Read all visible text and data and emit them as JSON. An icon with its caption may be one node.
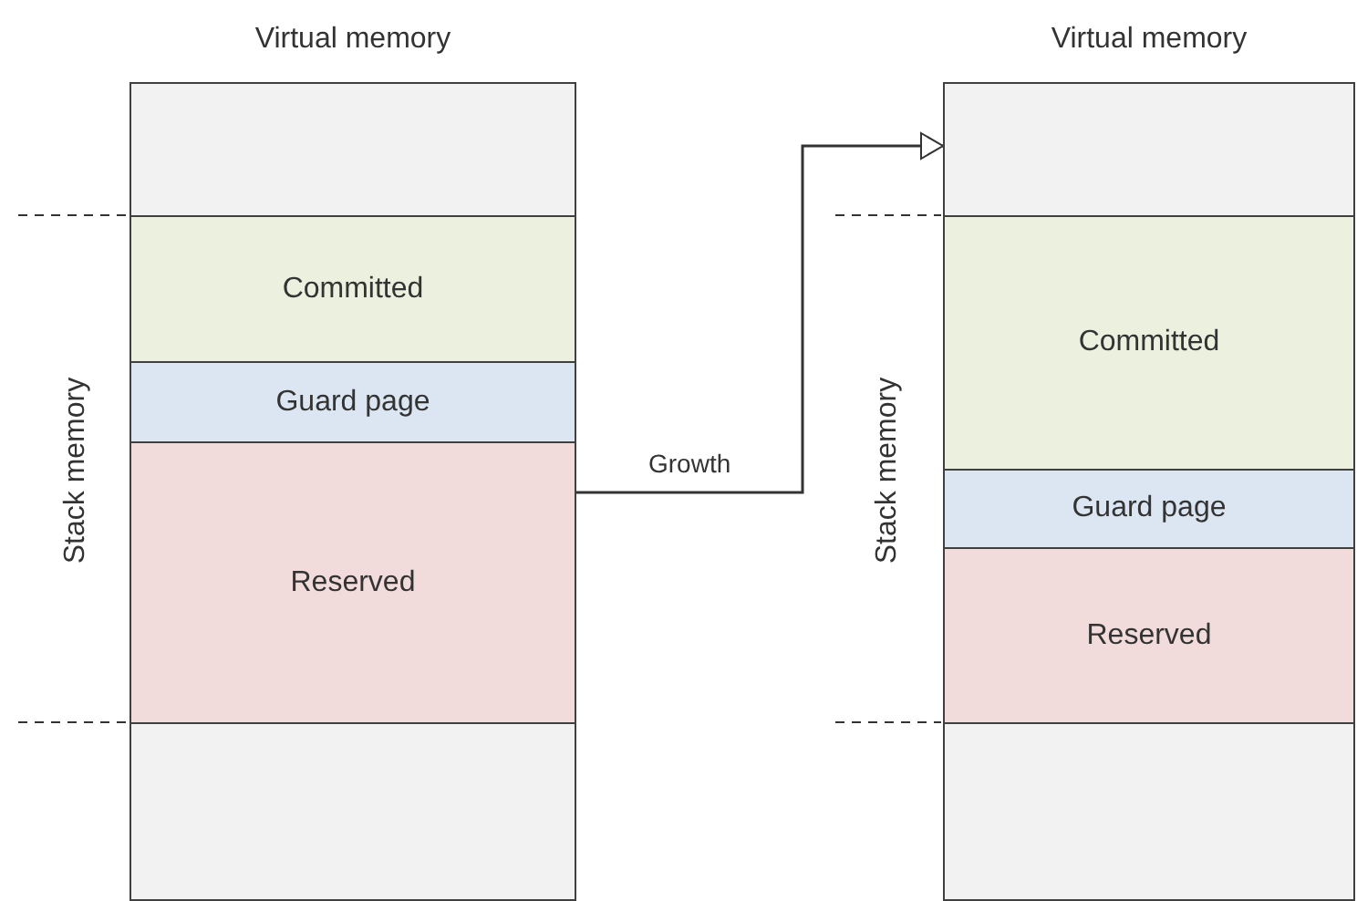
{
  "diagram": {
    "nodes": [
      {
        "text": [
          "Virtual memory"
        ]
      },
      {
        "text": [],
        "shape": "box",
        "in": 0
      },
      {
        "text": [
          "Committed"
        ],
        "in": 0
      },
      {
        "text": [
          "Guard page"
        ],
        "in": 0
      },
      {
        "text": [
          "Reserved"
        ],
        "in": 0
      },
      {
        "text": [],
        "shape": "box",
        "in": 0
      },
      {
        "text": [
          "Virtual memory"
        ]
      },
      {
        "text": [],
        "shape": "box",
        "in": 6
      },
      {
        "text": [
          "Committed"
        ],
        "in": 6
      },
      {
        "text": [
          "Guard page"
        ],
        "in": 6
      },
      {
        "text": [
          "Reserved"
        ],
        "in": 6
      },
      {
        "text": [],
        "shape": "box",
        "in": 6
      }
    ],
    "edges": [
      {
        "from": 0,
        "to": 6,
        "arrow": "to",
        "label": "Growth"
      }
    ],
    "labels": [
      "Stack memory",
      "Stack memory"
    ]
  }
}
